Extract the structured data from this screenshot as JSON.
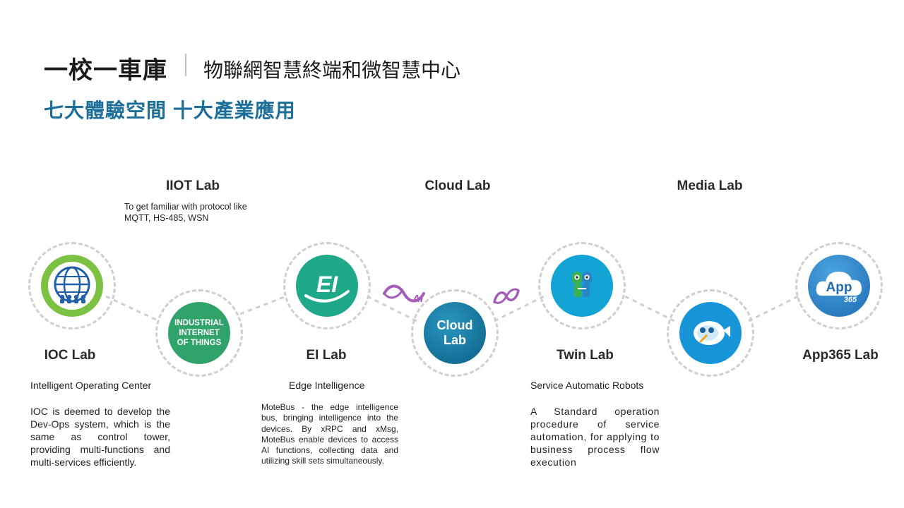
{
  "header": {
    "title": "一校一車庫",
    "subtitle": "物聯網智慧終端和微智慧中心",
    "tagline": "七大體驗空間 十大產業應用"
  },
  "labs": {
    "ioc": {
      "title": "IOC Lab",
      "subtitle": "Intelligent Operating Center",
      "description": "IOC is deemed to develop the Dev-Ops system, which is the same as control tower, providing multi-functions and multi-services efficiently."
    },
    "iiot": {
      "title": "IIOT Lab",
      "description_line1": "To get familiar with protocol like",
      "description_line2": "MQTT, HS-485, WSN",
      "badge_line1": "INDUSTRIAL",
      "badge_line2": "INTERNET",
      "badge_line3": "OF THINGS"
    },
    "ei": {
      "title": "EI  Lab",
      "subtitle": "Edge Intelligence",
      "logo_text": "EI",
      "description": "MoteBus - the edge intelligence bus, bringing intelligence into the devices. By xRPC and xMsg, MoteBus enable devices to access AI functions, collecting data and utilizing skill sets simultaneously."
    },
    "cloud": {
      "title": "Cloud Lab",
      "badge_line1": "Cloud",
      "badge_line2": "Lab"
    },
    "twin": {
      "title": "Twin  Lab",
      "subtitle": "Service Automatic Robots",
      "description": "A Standard operation procedure of service automation, for applying to business process flow execution"
    },
    "media": {
      "title": "Media Lab"
    },
    "app365": {
      "title": "App365 Lab",
      "logo_text": "App",
      "logo_sub": "365"
    }
  },
  "ai_mark": "AI",
  "colors": {
    "title_blue": "#1c6f9a",
    "ioc_green": "#7cc242",
    "iiot_green": "#2fa36a",
    "ei_teal": "#1fa98a",
    "cloud_blue": "#0b6f96",
    "twin_cyan": "#13a3d4",
    "media_blue": "#1795d8",
    "app_blue": "#2b86c9",
    "ai_purple": "#a45cb8"
  },
  "icons": [
    "globe-network-icon",
    "ei-logo-icon",
    "twin-robot-icon",
    "media-bird-icon",
    "app365-cloud-icon",
    "ai-infinity-icon",
    "infinity-icon"
  ]
}
